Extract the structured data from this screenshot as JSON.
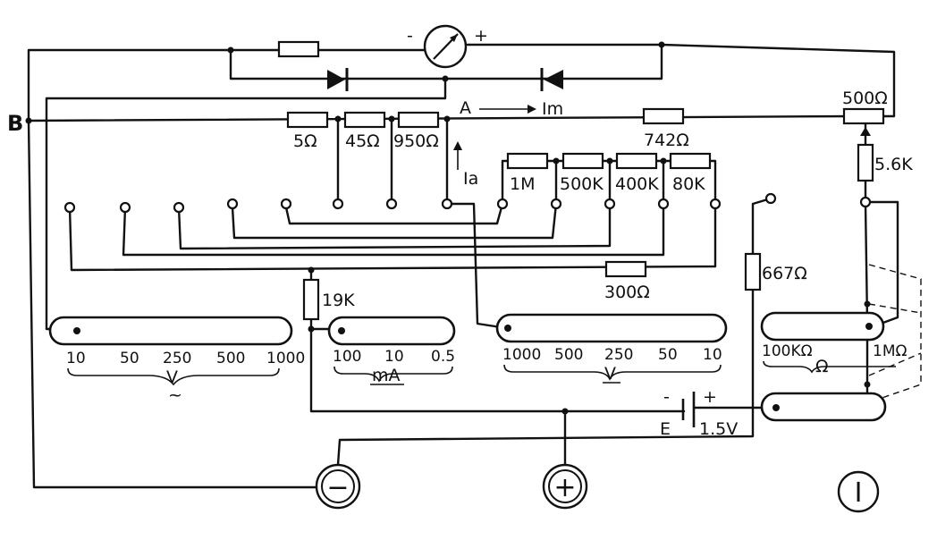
{
  "labels": {
    "node_b": "B",
    "node_a": "A",
    "current_im": "Im",
    "current_ia": "Ia",
    "meter_minus": "-",
    "meter_plus": "+",
    "battery_name": "E",
    "battery_voltage": "1.5V",
    "battery_minus": "-",
    "battery_plus": "+"
  },
  "resistors": {
    "r_5": "5Ω",
    "r_45": "45Ω",
    "r_950": "950Ω",
    "r_742": "742Ω",
    "r_pot_500": "500Ω",
    "r_5_6k": "5.6K",
    "r_1m": "1M",
    "r_500k": "500K",
    "r_400k": "400K",
    "r_80k": "80K",
    "r_300": "300Ω",
    "r_19k": "19K",
    "r_667": "667Ω"
  },
  "scales": {
    "ac_volts": {
      "ticks": [
        "10",
        "50",
        "250",
        "500",
        "1000"
      ],
      "unit": "V",
      "mark": "~"
    },
    "milliamps": {
      "ticks": [
        "100",
        "10",
        "0.5"
      ],
      "unit": "mA"
    },
    "dc_volts": {
      "ticks": [
        "1000",
        "500",
        "250",
        "50",
        "10"
      ],
      "unit": "V"
    },
    "ohms": {
      "ticks": [
        "100KΩ",
        "1MΩ"
      ],
      "unit": "Ω"
    }
  },
  "jacks": {
    "minus": "−",
    "plus": "+",
    "one": "I"
  }
}
